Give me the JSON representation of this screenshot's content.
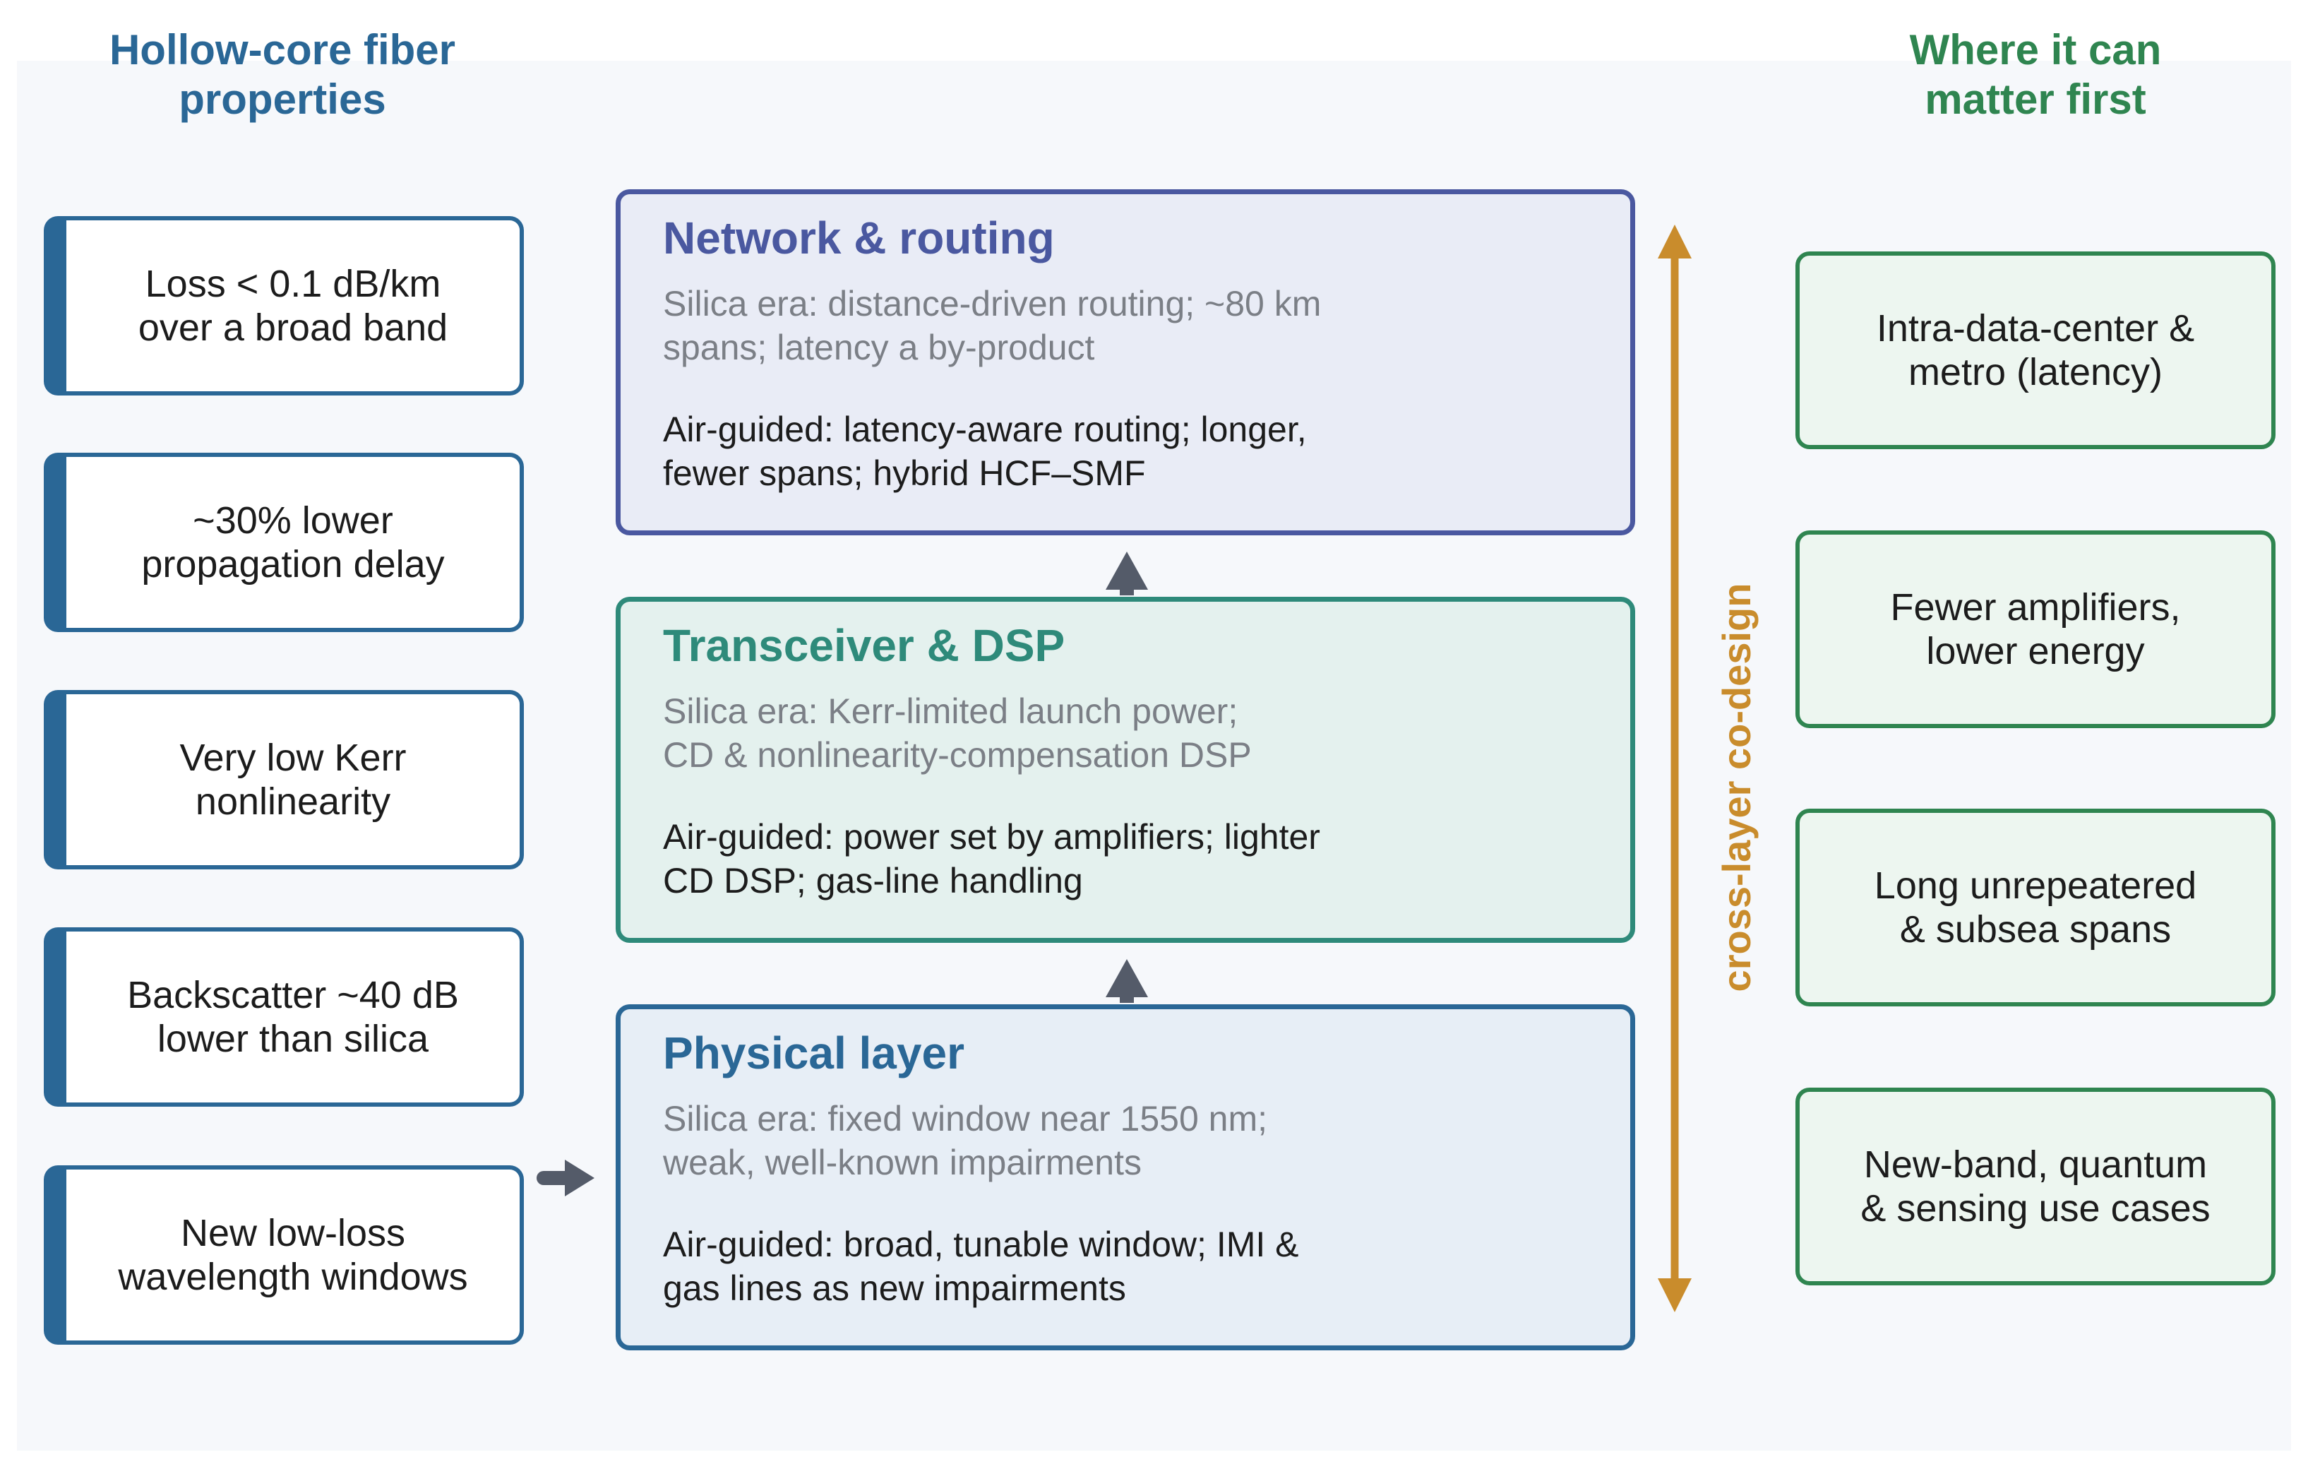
{
  "headers": {
    "left": "Hollow-core fiber\nproperties",
    "right": "Where it can\nmatter first"
  },
  "properties": [
    "Loss < 0.1 dB/km\nover a broad band",
    "~30% lower\npropagation delay",
    "Very low Kerr\nnonlinearity",
    "Backscatter ~40 dB\nlower than silica",
    "New low-loss\nwavelength windows"
  ],
  "layers": {
    "network": {
      "title": "Network & routing",
      "silica": "Silica era: distance-driven routing; ~80 km\nspans; latency a by-product",
      "air": "Air-guided: latency-aware routing; longer,\nfewer spans; hybrid HCF–SMF"
    },
    "transceiver": {
      "title": "Transceiver & DSP",
      "silica": "Silica era: Kerr-limited launch power;\nCD & nonlinearity-compensation DSP",
      "air": "Air-guided: power set by amplifiers; lighter\nCD DSP; gas-line handling"
    },
    "physical": {
      "title": "Physical layer",
      "silica": "Silica era: fixed window near 1550 nm;\nweak, well-known impairments",
      "air": "Air-guided: broad, tunable window; IMI &\ngas lines as new impairments"
    }
  },
  "codesign_label": "cross-layer co-design",
  "use_cases": [
    "Intra-data-center &\nmetro (latency)",
    "Fewer amplifiers,\nlower energy",
    "Long unrepeatered\n& subsea spans",
    "New-band, quantum\n& sensing use cases"
  ],
  "colors": {
    "properties": "#2a6796",
    "network": "#4a58a0",
    "transceiver": "#2e8a7a",
    "physical": "#2a6796",
    "use_cases": "#2f8550",
    "codesign": "#c98c2c",
    "arrows": "#545b69"
  }
}
